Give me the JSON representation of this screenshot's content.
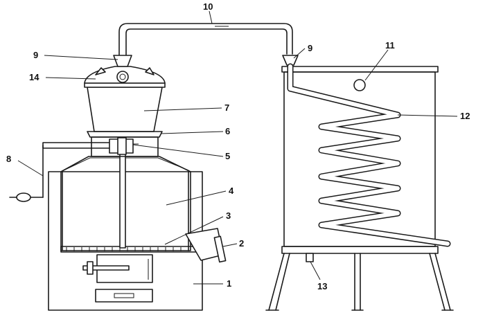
{
  "labels": {
    "l1": "1",
    "l2": "2",
    "l3": "3",
    "l4": "4",
    "l5": "5",
    "l6": "6",
    "l7": "7",
    "l8": "8",
    "l9a": "9",
    "l9b": "9",
    "l10": "10",
    "l11": "11",
    "l12": "12",
    "l13": "13",
    "l14": "14"
  }
}
